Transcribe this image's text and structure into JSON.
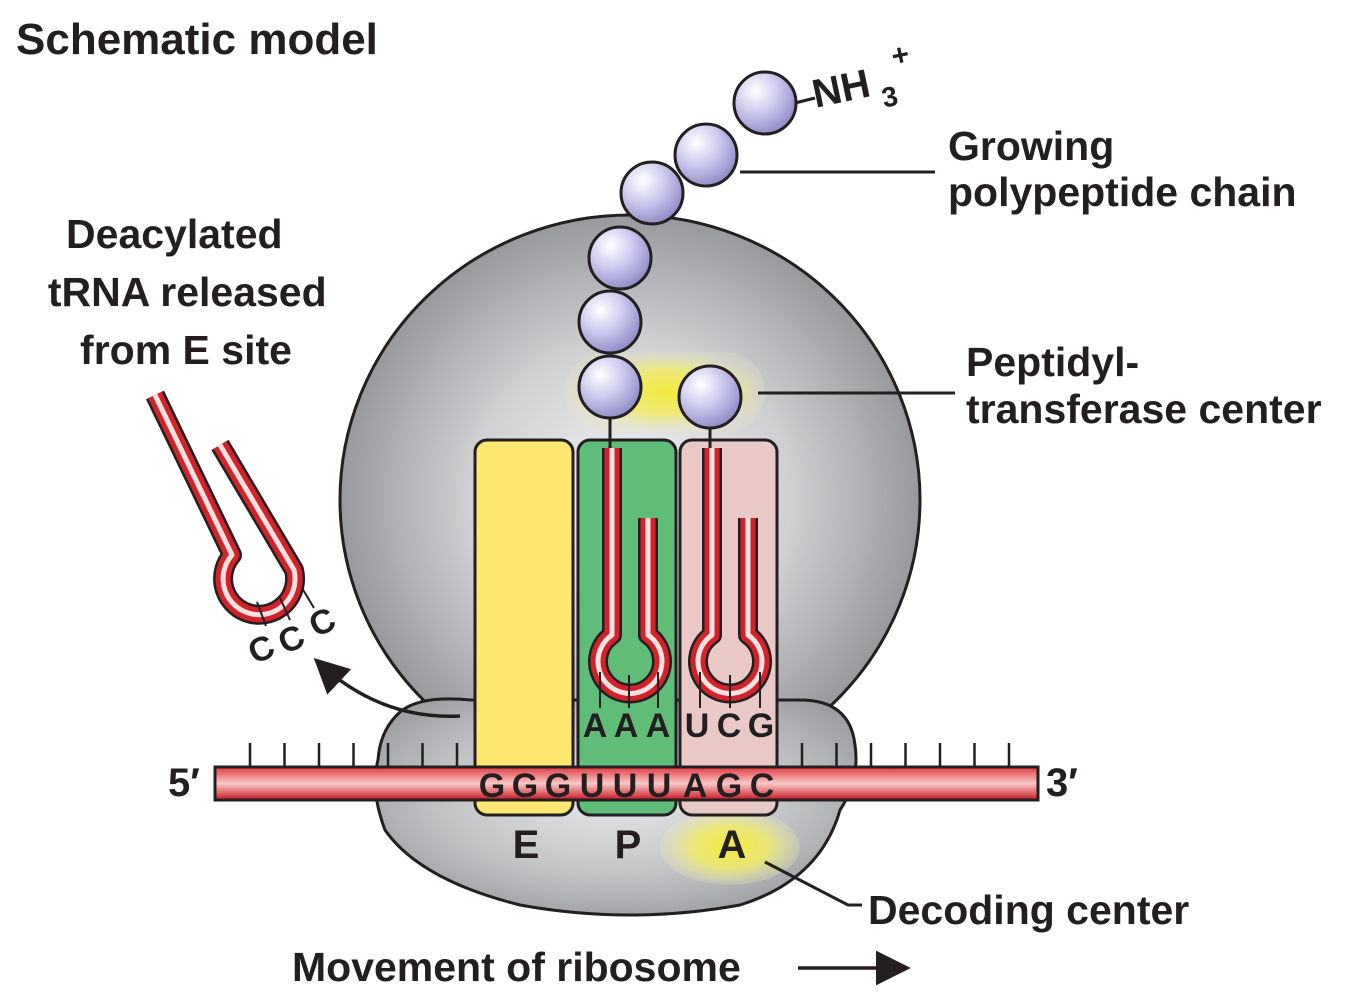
{
  "title": "Schematic model",
  "labels": {
    "amino_terminus": "NH",
    "amino_sub": "3",
    "amino_sup": "+",
    "growing_chain": [
      "Growing",
      "polypeptide chain"
    ],
    "deacylated": [
      "Deacylated",
      "tRNA released",
      "from E site"
    ],
    "peptidyl": [
      "Peptidyl-",
      "transferase center"
    ],
    "decoding": "Decoding center",
    "movement": "Movement of ribosome",
    "five_prime": "5′",
    "three_prime": "3′"
  },
  "sites": [
    "E",
    "P",
    "A"
  ],
  "mrna_codons": [
    "G",
    "G",
    "G",
    "U",
    "U",
    "U",
    "A",
    "G",
    "C"
  ],
  "p_site_anticodon": [
    "A",
    "A",
    "A"
  ],
  "a_site_anticodon": [
    "U",
    "C",
    "G"
  ],
  "released_anticodon": [
    "C",
    "C",
    "C"
  ],
  "colors": {
    "ribosome": "#b8b9bb",
    "e_site": "#fde771",
    "p_site": "#5fbd78",
    "a_site": "#e8c9c6",
    "mrna": "#d2232a",
    "amino_acid": "#b9b6e0",
    "highlight": "#f3ea3c"
  }
}
